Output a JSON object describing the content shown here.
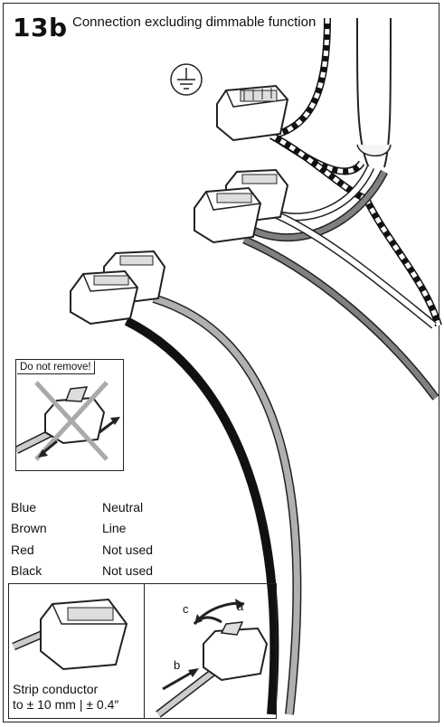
{
  "step": {
    "number": "13b",
    "title": "Connection excluding dimmable function"
  },
  "warning": {
    "label": "Do not remove!"
  },
  "legend": [
    {
      "color": "Blue",
      "function": "Neutral"
    },
    {
      "color": "Brown",
      "function": "Line"
    },
    {
      "color": "Red",
      "function": "Not used"
    },
    {
      "color": "Black",
      "function": "Not used"
    }
  ],
  "instructions": {
    "strip_line1": "Strip conductor",
    "strip_line2": "to ± 10 mm | ± 0.4″",
    "label_a": "a",
    "label_b": "b",
    "label_c": "c"
  },
  "icons": [
    "earth-ground-icon",
    "wago-connector-icon",
    "arrow-icon",
    "cross-out-icon"
  ],
  "colors": {
    "line": "#222222",
    "wire_grey": "#b0b0b0",
    "wire_dark": "#808080",
    "wire_black": "#111111"
  }
}
